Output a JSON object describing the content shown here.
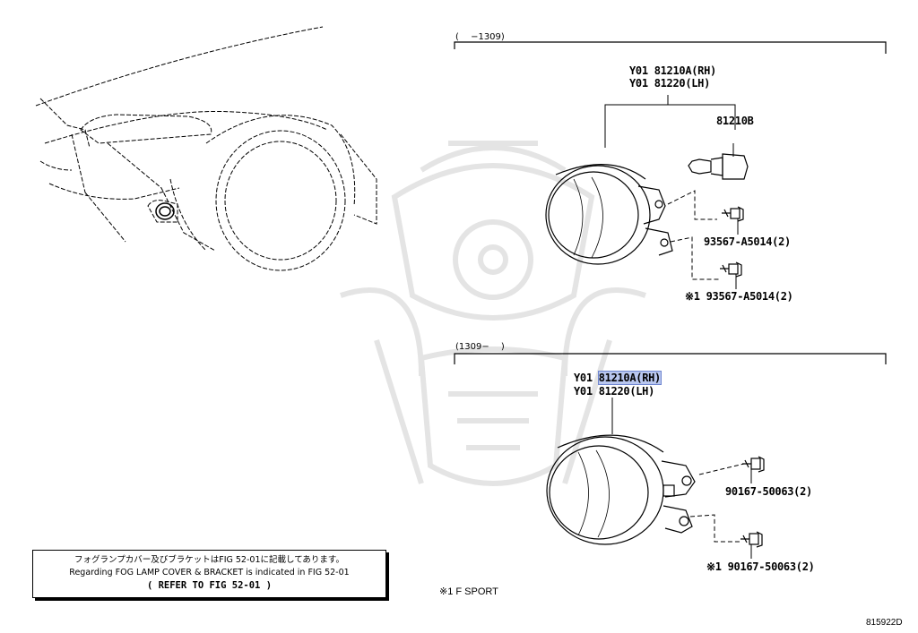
{
  "section_top": {
    "date_range": "(　 −1309)",
    "part_rh": "Y01 81210A(RH)",
    "part_lh": "Y01 81220(LH)",
    "bulb": "81210B",
    "screw": "93567-A5014(2)",
    "screw_sport": "※1 93567-A5014(2)"
  },
  "section_bottom": {
    "date_range": "(1309− 　)",
    "prefix_rh": "Y01",
    "part_rh_highlight": "81210A(RH)",
    "part_lh": "Y01 81220(LH)",
    "bolt": "90167-50063(2)",
    "bolt_sport": "※1 90167-50063(2)"
  },
  "note_box": {
    "japanese": "フォグランプカバー及びブラケットはFIG 52-01に記載してあります。",
    "english": "Regarding FOG LAMP COVER & BRACKET is indicated in FIG 52-01",
    "refer": "(  REFER TO FIG 52-01  )"
  },
  "footnote": "※1 F SPORT",
  "figure_id": "815922D",
  "colors": {
    "line": "#000000",
    "highlight": "#b8c6ee",
    "watermark": "#e6e6e6"
  }
}
